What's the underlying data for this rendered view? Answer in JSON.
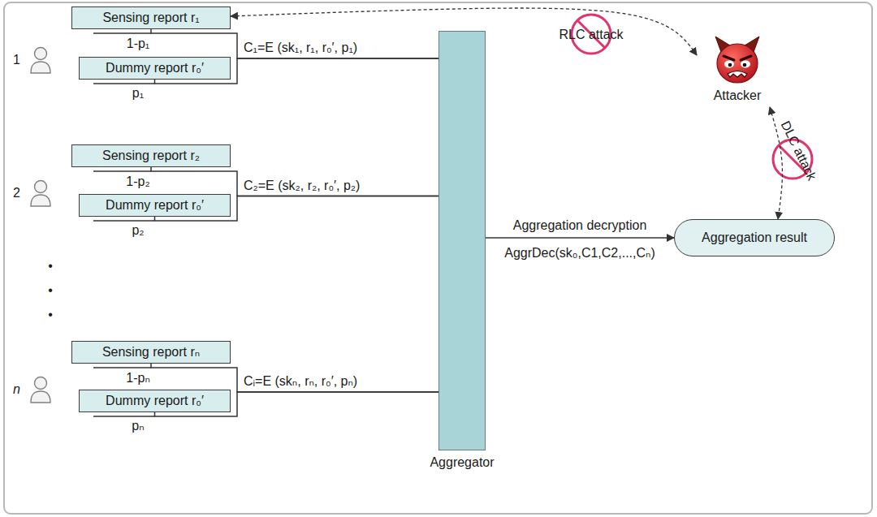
{
  "diagram": {
    "nodes": [
      {
        "text": [
          "Sensing report r₁"
        ]
      },
      {
        "text": [
          "Dummy report r₀′"
        ]
      },
      {
        "text": [
          "Sensing report r₂"
        ]
      },
      {
        "text": [
          "Dummy report r₀′"
        ]
      },
      {
        "text": [
          "Sensing report rₙ"
        ]
      },
      {
        "text": [
          "Dummy report r₀′"
        ]
      },
      {
        "text": [
          "Aggregator"
        ]
      },
      {
        "text": [
          "Attacker"
        ]
      },
      {
        "text": [
          "Aggregation result"
        ]
      }
    ],
    "edges": [
      {
        "from": 0,
        "to": 6,
        "arrow": "none",
        "label": "C₁=E (sk₁, r₁, r₀′, p₁)"
      },
      {
        "from": 1,
        "to": 6,
        "arrow": "none"
      },
      {
        "from": 2,
        "to": 6,
        "arrow": "none",
        "label": "C₂=E (sk₂, r₂, r₀′, p₂)"
      },
      {
        "from": 3,
        "to": 6,
        "arrow": "none"
      },
      {
        "from": 4,
        "to": 6,
        "arrow": "none",
        "label": "Cᵢ=E (skₙ, rₙ, r₀′, pₙ)"
      },
      {
        "from": 5,
        "to": 6,
        "arrow": "none"
      },
      {
        "from": 6,
        "to": 8,
        "arrow": "to",
        "label": "Aggregation decryption"
      },
      {
        "from": 7,
        "to": 0,
        "arrow": "both",
        "label": "RLC attack"
      },
      {
        "from": 7,
        "to": 8,
        "arrow": "both",
        "label": "DLC attack"
      }
    ],
    "labels": [
      "1",
      "1-p₁",
      "p₁",
      "2",
      "1-p₂",
      "p₂",
      "•",
      "•",
      "•",
      "n",
      "1-pₙ",
      "pₙ",
      "AggrDec(sk₀,C1,C2,...,Cₙ)"
    ]
  }
}
